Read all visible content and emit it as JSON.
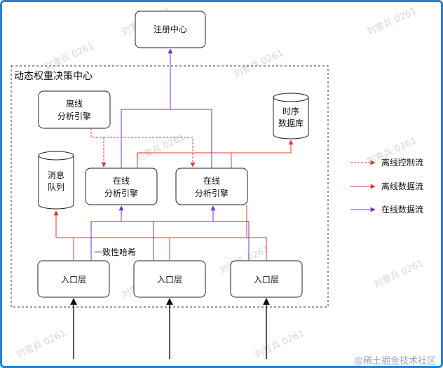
{
  "diagram": {
    "registry": "注册中心",
    "container_title": "动态权重决策中心",
    "offline_engine": [
      "离线",
      "分析引擎"
    ],
    "timeseries_db": [
      "时序",
      "数据库"
    ],
    "message_queue": [
      "消息",
      "队列"
    ],
    "online_engine_1": [
      "在线",
      "分析引擎"
    ],
    "online_engine_2": [
      "在线",
      "分析引擎"
    ],
    "consistent_hash": "一致性哈希",
    "entry_1": "入口层",
    "entry_2": "入口层",
    "entry_3": "入口层"
  },
  "legend": {
    "offline_control": "离线控制流",
    "offline_data": "离线数据流",
    "online_data": "在线数据流"
  },
  "colors": {
    "offline_control": "#e53935",
    "offline_data": "#e53935",
    "online_data": "#7b2fd0",
    "frame": "#2a7fd4"
  },
  "watermark": "刘雪兵 0261",
  "footer": "@稀土掘金技术社区"
}
